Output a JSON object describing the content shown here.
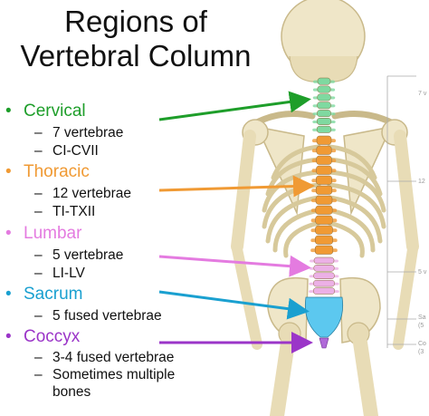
{
  "title_lines": [
    "Regions of",
    "Vertebral Column"
  ],
  "regions": [
    {
      "name": "Cervical",
      "color": "#1e9e2a",
      "bullet": "•",
      "items": [
        "7 vertebrae",
        "CI-CVII"
      ]
    },
    {
      "name": "Thoracic",
      "color": "#f09a34",
      "bullet": "•",
      "items": [
        "12 vertebrae",
        "TI-TXII"
      ]
    },
    {
      "name": "Lumbar",
      "color": "#e47be0",
      "bullet": "•",
      "items": [
        "5 vertebrae",
        "LI-LV"
      ]
    },
    {
      "name": "Sacrum",
      "color": "#1aa0d0",
      "bullet": "•",
      "items": [
        "5 fused vertebrae"
      ]
    },
    {
      "name": "Coccyx",
      "color": "#9b35c8",
      "bullet": "•",
      "items": [
        "3-4 fused vertebrae",
        "Sometimes multiple",
        "bones"
      ]
    }
  ],
  "dash": "–",
  "edge_labels": [
    "7 v",
    "12",
    "5 v",
    "Sa",
    "(5",
    "Co",
    "(3"
  ],
  "colors": {
    "bone": "#efe6c8",
    "bone_outline": "#c9b98a",
    "cervical": "#7fd9a0",
    "thoracic": "#f09a34",
    "lumbar": "#ecb0e6",
    "sacrum": "#5cc8ef",
    "coccyx": "#b06ad8"
  }
}
